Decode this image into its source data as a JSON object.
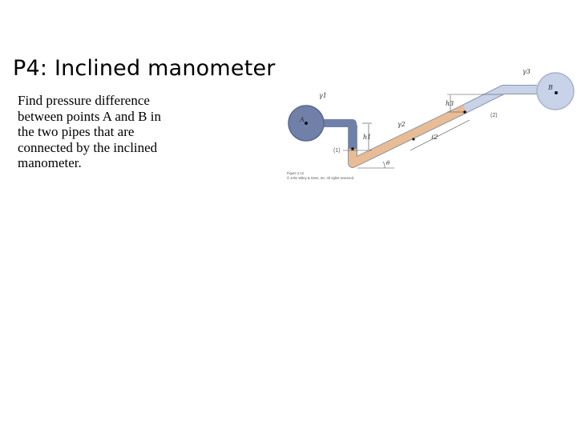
{
  "slide": {
    "title": "P4: Inclined manometer",
    "body": "Find pressure difference between points A and B in the two pipes that are connected by the inclined manometer."
  },
  "figure": {
    "label_A": "A",
    "label_B": "B",
    "gamma1": "γ1",
    "gamma2": "γ2",
    "gamma3": "γ3",
    "h1": "h1",
    "h3": "h3",
    "l2": "ℓ2",
    "mark1": "(1)",
    "mark2": "(2)",
    "theta": "θ",
    "caption_1": "Figure 2.12",
    "caption_2": "© John Wiley & Sons, Inc. All rights reserved.",
    "colors": {
      "fluid_A": "#7180a8",
      "fluid_B": "#c8d2e8",
      "gage_fluid": "#e8bc94"
    }
  }
}
